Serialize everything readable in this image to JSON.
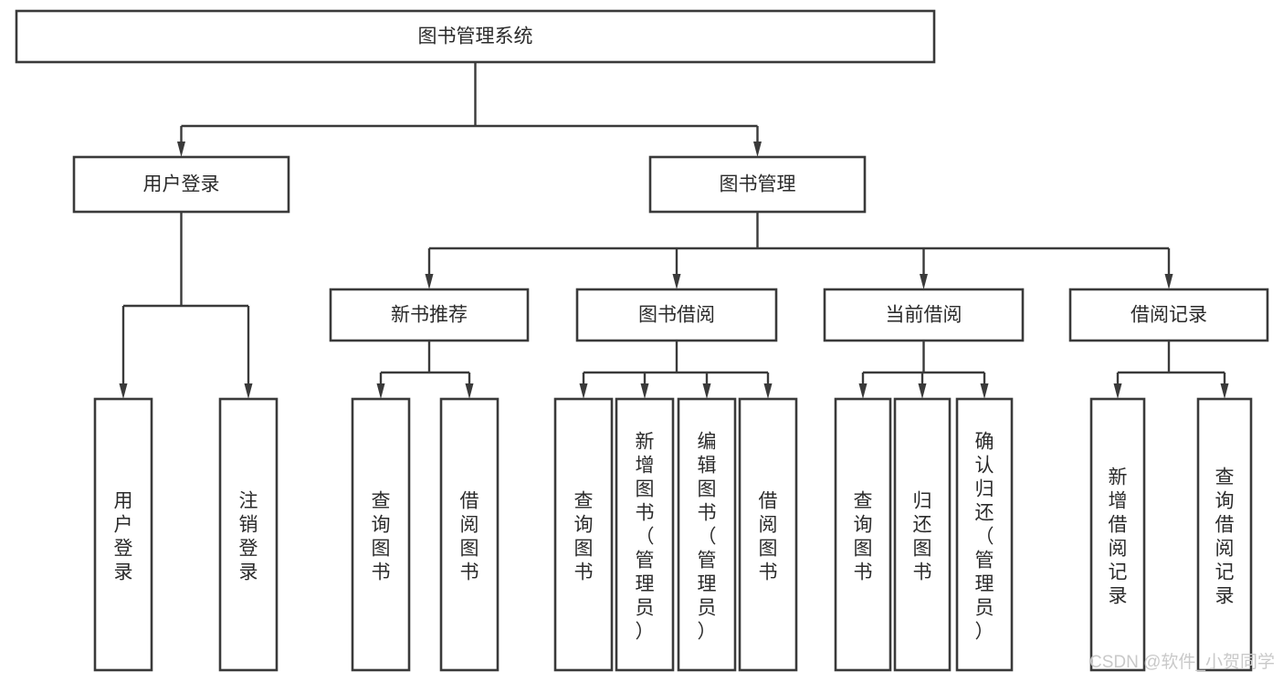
{
  "diagram": {
    "title": "图书管理系统",
    "type": "tree",
    "orientation": "top-down",
    "colors": {
      "box_fill": "#ffffff",
      "box_stroke": "#3a3a3a",
      "text": "#2b2b2b",
      "connector": "#3a3a3a",
      "watermark": "#c9c9c9",
      "background": "#ffffff"
    },
    "root": {
      "label": "图书管理系统",
      "text_orientation": "horizontal"
    },
    "level2": [
      {
        "label": "用户登录",
        "text_orientation": "horizontal"
      },
      {
        "label": "图书管理",
        "text_orientation": "horizontal"
      }
    ],
    "level3": [
      {
        "label": "新书推荐",
        "text_orientation": "horizontal",
        "parent": "图书管理"
      },
      {
        "label": "图书借阅",
        "text_orientation": "horizontal",
        "parent": "图书管理"
      },
      {
        "label": "当前借阅",
        "text_orientation": "horizontal",
        "parent": "图书管理"
      },
      {
        "label": "借阅记录",
        "text_orientation": "horizontal",
        "parent": "图书管理"
      }
    ],
    "leaves": {
      "user_login": [
        {
          "label": "用户登录",
          "text_orientation": "vertical"
        },
        {
          "label": "注销登录",
          "text_orientation": "vertical"
        }
      ],
      "new_book_recommend": [
        {
          "label": "查询图书",
          "text_orientation": "vertical"
        },
        {
          "label": "借阅图书",
          "text_orientation": "vertical"
        }
      ],
      "book_borrow": [
        {
          "label": "查询图书",
          "text_orientation": "vertical"
        },
        {
          "label": "新增图书（管理员）",
          "text_orientation": "vertical"
        },
        {
          "label": "编辑图书（管理员）",
          "text_orientation": "vertical"
        },
        {
          "label": "借阅图书",
          "text_orientation": "vertical"
        }
      ],
      "current_borrow": [
        {
          "label": "查询图书",
          "text_orientation": "vertical"
        },
        {
          "label": "归还图书",
          "text_orientation": "vertical"
        },
        {
          "label": "确认归还（管理员）",
          "text_orientation": "vertical"
        }
      ],
      "borrow_record": [
        {
          "label": "新增借阅记录",
          "text_orientation": "vertical"
        },
        {
          "label": "查询借阅记录",
          "text_orientation": "vertical"
        }
      ]
    }
  },
  "watermark": {
    "text": "CSDN @软件_小贺同学"
  }
}
